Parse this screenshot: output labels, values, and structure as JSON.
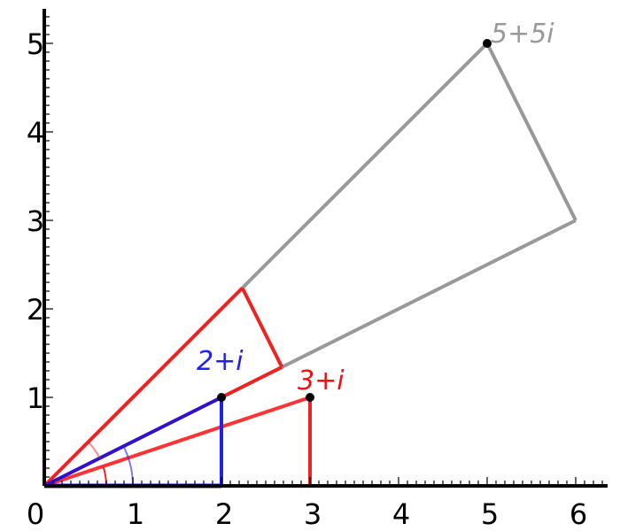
{
  "axes": {
    "x_ticks": [
      "0",
      "1",
      "2",
      "3",
      "4",
      "5",
      "6"
    ],
    "y_ticks": [
      "1",
      "2",
      "3",
      "4",
      "5"
    ]
  },
  "points": [
    {
      "label": "2+i",
      "re": 2,
      "im": 1,
      "color": "#2222ee"
    },
    {
      "label": "3+i",
      "re": 3,
      "im": 1,
      "color": "#ee1111"
    },
    {
      "label": "5+5i",
      "re": 5,
      "im": 5,
      "color": "#999999"
    }
  ],
  "colors": {
    "red": "#ee2222",
    "blue": "#2222ee",
    "purple": "#3311cc",
    "gray": "#999999"
  }
}
